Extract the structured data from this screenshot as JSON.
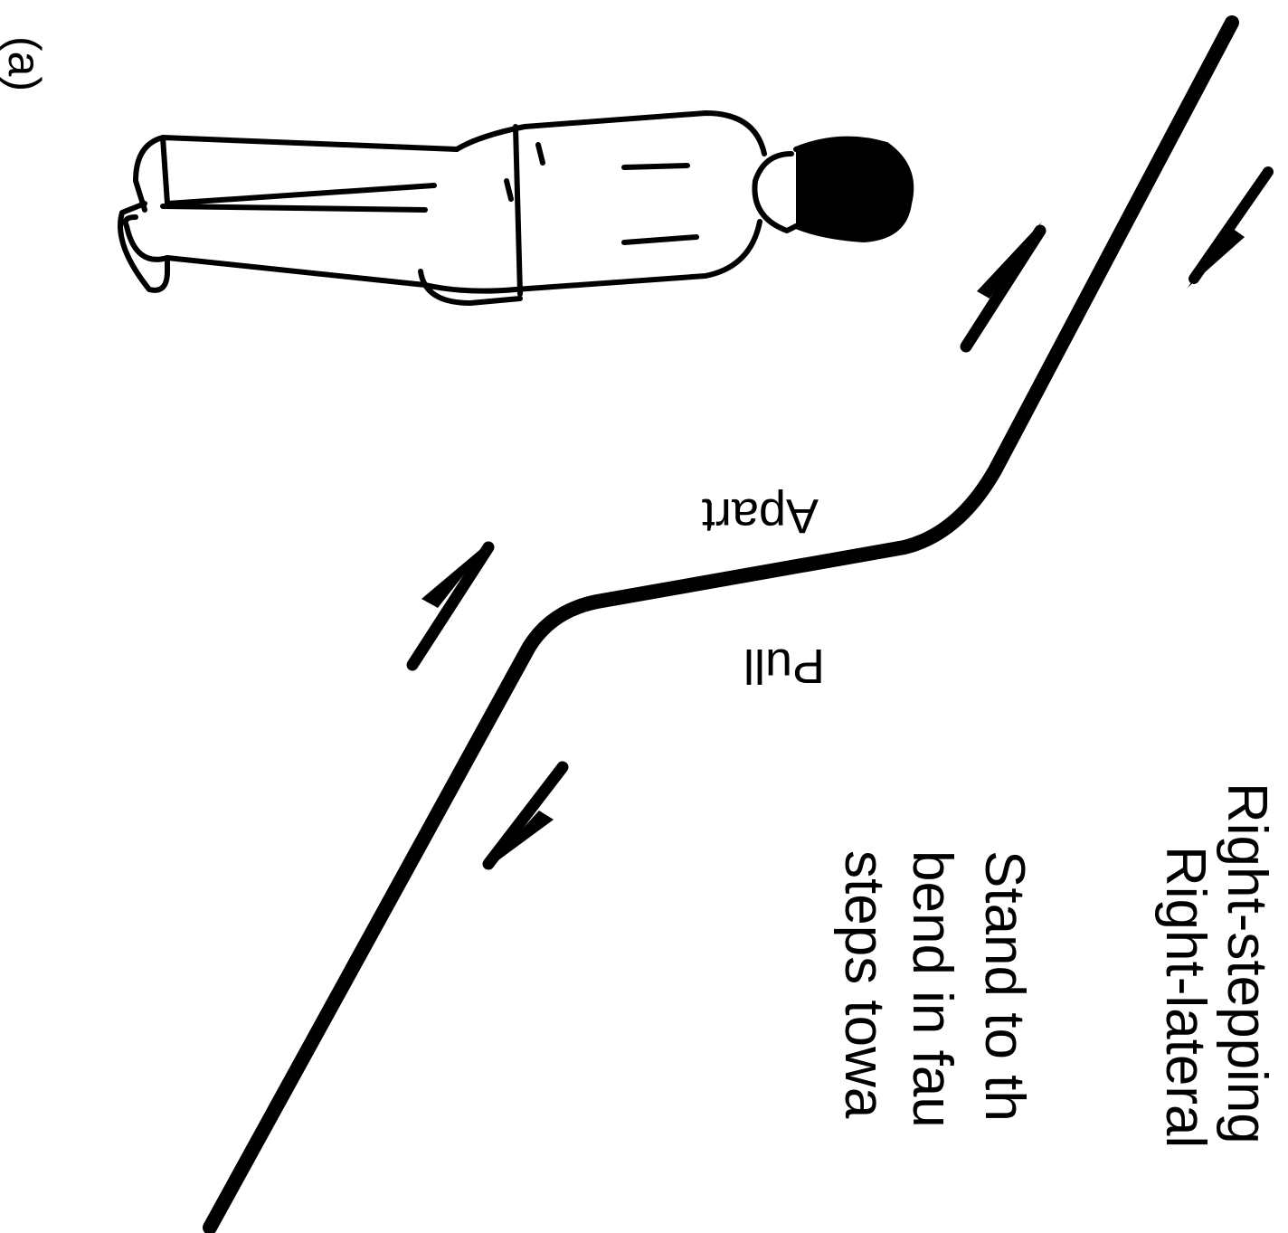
{
  "panel_label": "(a)",
  "zone_label_top": "Apart",
  "zone_label_bottom": "Pull",
  "caption": {
    "line1": "Right-stepping",
    "line2": "Right-lateral",
    "line3": "Stand to th",
    "line4": "bend in fau",
    "line5": "steps towa"
  },
  "colors": {
    "ink": "#000000",
    "background": "#ffffff"
  }
}
